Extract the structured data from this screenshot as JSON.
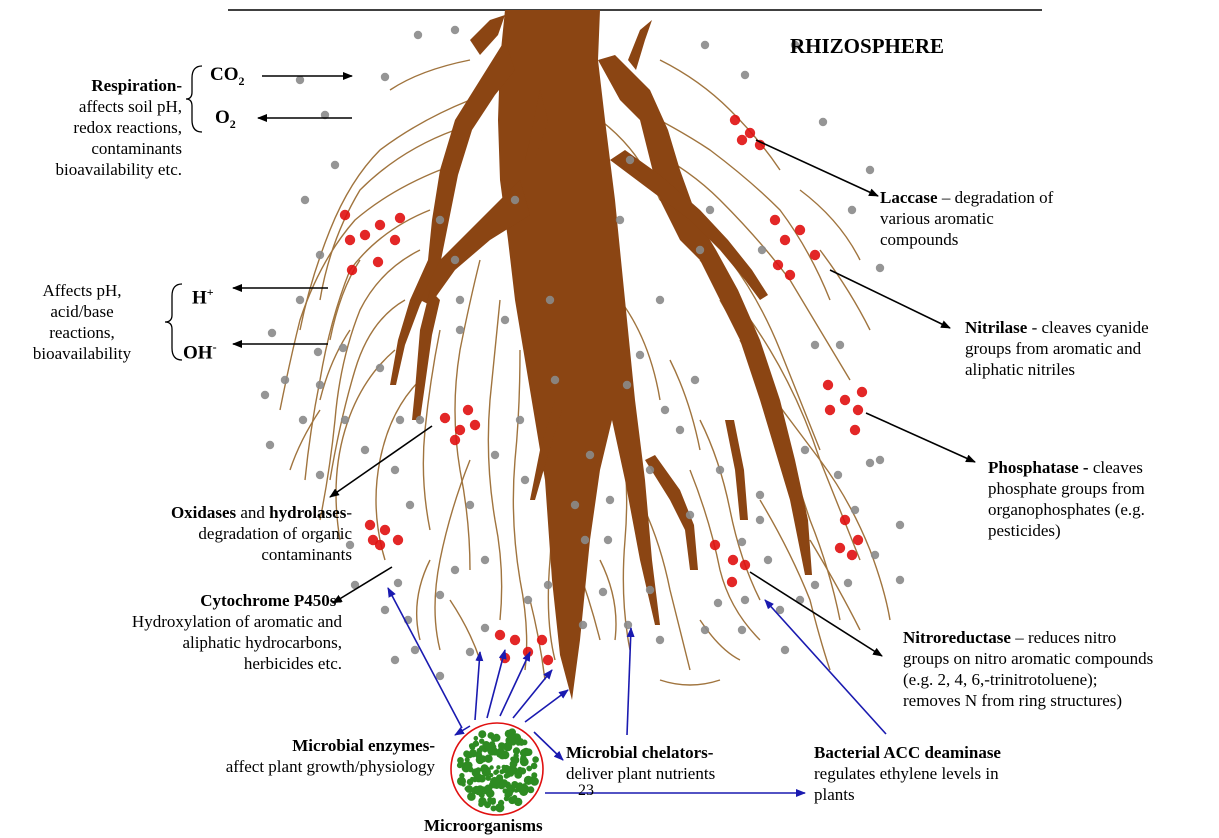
{
  "title": "RHIZOSPHERE",
  "page_number": "23",
  "colors": {
    "root": "#8B4513",
    "rootlet": "#A0743E",
    "microbe_red": "#E01010",
    "microbe_gray": "#8A8A8A",
    "colony_green": "#2E8B22",
    "microbe_arrow": "#1A1AB0",
    "black_arrow": "#000000"
  },
  "respiration": {
    "heading": "Respiration-",
    "lines": [
      "affects soil pH,",
      "redox reactions,",
      "contaminants",
      "bioavailability etc."
    ],
    "co2": {
      "base": "CO",
      "sub": "2"
    },
    "o2": {
      "base": "O",
      "sub": "2"
    }
  },
  "ph": {
    "lines": [
      "Affects pH,",
      "acid/base",
      "reactions,",
      "bioavailability"
    ],
    "h": {
      "base": "H",
      "sup": "+"
    },
    "oh": {
      "base": "OH",
      "sup": "-"
    }
  },
  "oxidases": {
    "w1": "Oxidases",
    "w2": "and",
    "w3": "hydrolases",
    "dash": "-",
    "lines": [
      "degradation of organic",
      "contaminants"
    ]
  },
  "cytochrome": {
    "heading": "Cytochrome P450s-",
    "lines": [
      "Hydroxylation of aromatic and",
      "aliphatic hydrocarbons,",
      "herbicides etc."
    ]
  },
  "laccase": {
    "heading": "Laccase",
    "rest": " – degradation of",
    "lines": [
      "various aromatic",
      "compounds"
    ]
  },
  "nitrilase": {
    "heading": "Nitrilase",
    "rest": " - cleaves cyanide",
    "lines": [
      "groups from aromatic and",
      "aliphatic nitriles"
    ]
  },
  "phosphatase": {
    "heading": "Phosphatase -",
    "rest": " cleaves",
    "lines": [
      "phosphate groups from",
      "organophosphates (e.g.",
      "pesticides)"
    ]
  },
  "nitroreductase": {
    "heading": "Nitroreductase",
    "rest": " – reduces nitro",
    "lines": [
      "groups on nitro aromatic compounds",
      "(e.g. 2, 4, 6,-trinitrotoluene);",
      "removes N from ring structures)"
    ]
  },
  "enzymes": {
    "heading": "Microbial enzymes-",
    "line": "affect plant growth/physiology"
  },
  "chelators": {
    "heading": "Microbial chelators-",
    "line": "deliver plant nutrients"
  },
  "acc": {
    "heading": "Bacterial ACC deaminase",
    "lines": [
      "regulates ethylene levels in",
      "plants"
    ]
  },
  "microorganisms": "Microorganisms"
}
